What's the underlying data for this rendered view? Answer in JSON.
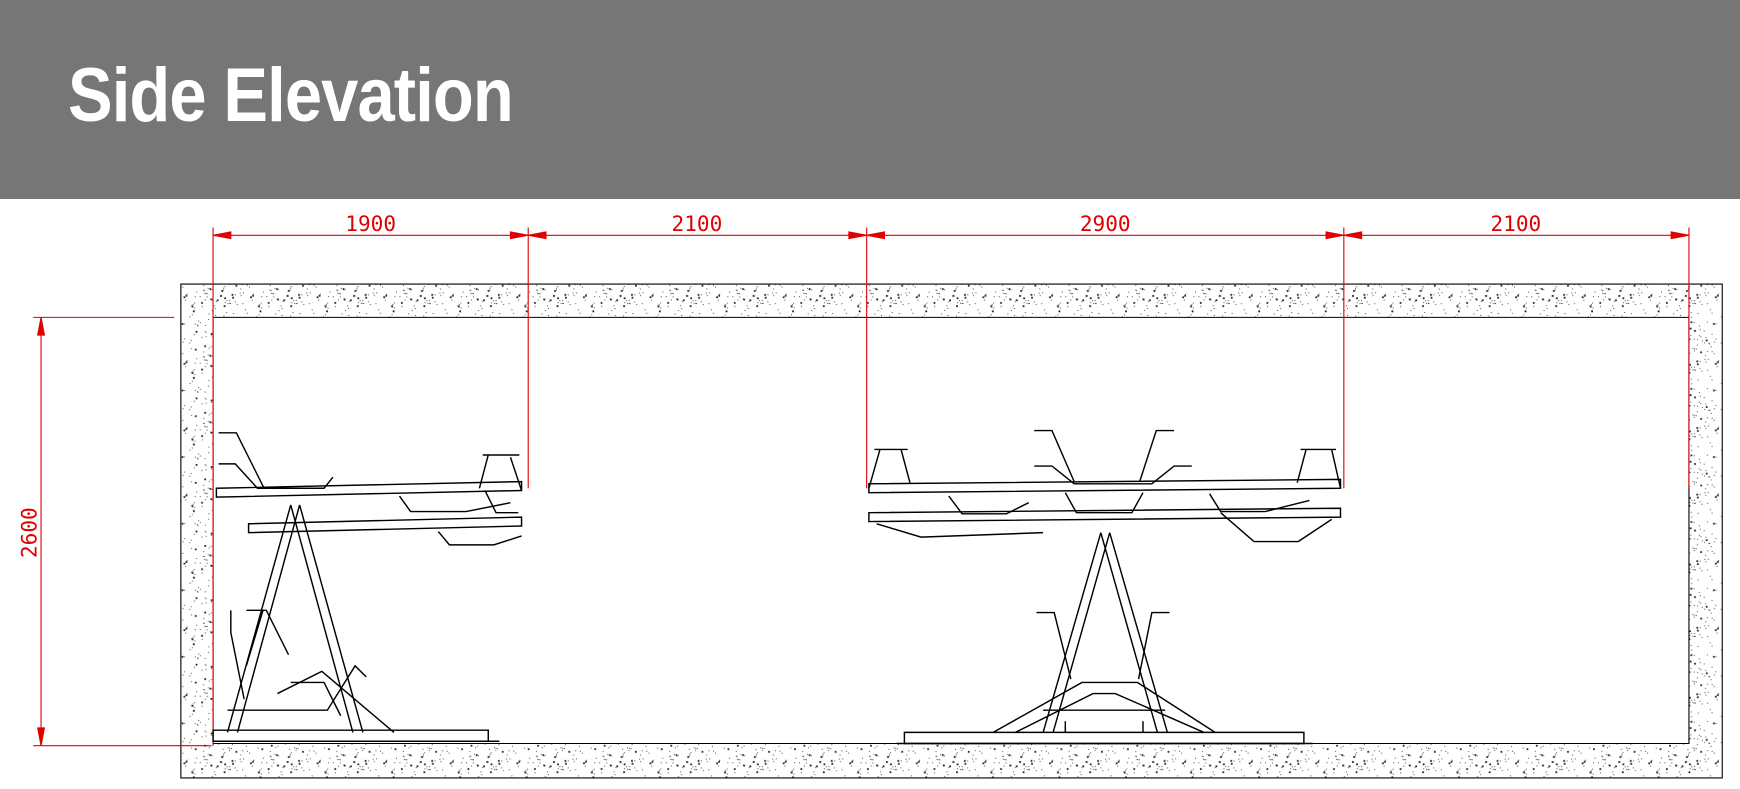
{
  "header": {
    "title": "Side Elevation"
  },
  "dimensions": {
    "horizontal": [
      "1900",
      "2100",
      "2900",
      "2100"
    ],
    "vertical": "2600"
  },
  "colors": {
    "header_bg": "#767676",
    "dimension": "#e00000",
    "line": "#000000"
  }
}
